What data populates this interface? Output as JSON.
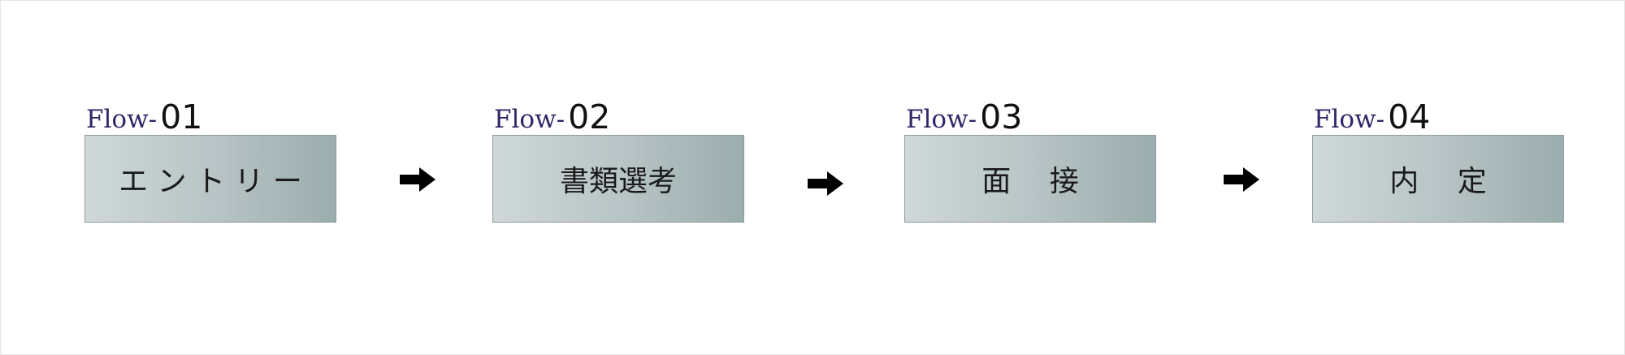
{
  "flow": {
    "steps": [
      {
        "prefix": "Flow-",
        "number": "01",
        "text": "エ ン ト リ ー"
      },
      {
        "prefix": "Flow-",
        "number": "02",
        "text": "書類選考"
      },
      {
        "prefix": "Flow-",
        "number": "03",
        "text": "面　 接"
      },
      {
        "prefix": "Flow-",
        "number": "04",
        "text": "内　 定"
      }
    ],
    "arrow_icon": "right-arrow-icon",
    "colors": {
      "prefix": "#2e2768",
      "box_left": "#cfd8d9",
      "box_right": "#9badae",
      "border": "#8d9a9b",
      "arrow": "#000000"
    }
  }
}
